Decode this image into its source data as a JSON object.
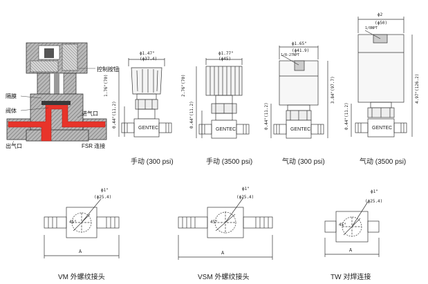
{
  "cutaway": {
    "labels": {
      "handle": "控制按钮",
      "diaphragm": "隔膜",
      "stem": "阀体",
      "inlet": "进气口",
      "outlet": "出气口",
      "body_model": "FSR 连接"
    },
    "colors": {
      "flow": "#e8342a",
      "body": "#8c8c8c"
    }
  },
  "valves": [
    {
      "caption": "手动 (300 psi)",
      "dim_top": "ϕ1.47\"",
      "dim_top2": "(ϕ37.4)",
      "dim_height": "1.76\"(70)",
      "dim_height2": "0.44\"(11.2)",
      "brand": "GENTEC"
    },
    {
      "caption": "手动 (3500 psi)",
      "dim_top": "ϕ1.77\"",
      "dim_top2": "(ϕ45)",
      "dim_height": "2.76\"(70)",
      "dim_height2": "0.44\"(11.2)",
      "brand": "GENTEC"
    },
    {
      "caption": "气动 (300 psi)",
      "dim_top": "ϕ1.65\"",
      "dim_top2": "(ϕ41.9)",
      "dim_port": "1/8-27NPT",
      "dim_height": "3.84\"(97.7)",
      "dim_height2": "0.44\"(11.2)",
      "brand": "GENTEC"
    },
    {
      "caption": "气动 (3500 psi)",
      "dim_top": "ϕ2",
      "dim_top2": "(ϕ50)",
      "dim_port": "1/8NPT",
      "dim_height": "4.97\"(126.2)",
      "dim_height2": "0.44\"(11.2)",
      "brand": "GENTEC"
    }
  ],
  "connections": [
    {
      "caption": "VM 外螺纹接头",
      "dim_dia": "ϕ1\"",
      "dim_dia2": "(ϕ25.4)",
      "angle": "45°",
      "dim_len": "A"
    },
    {
      "caption": "VSM 外螺纹接头",
      "dim_dia": "ϕ1\"",
      "dim_dia2": "(ϕ25.4)",
      "angle": "45°",
      "dim_len": "A"
    },
    {
      "caption": "TW 对焊连接",
      "dim_dia": "ϕ1\"",
      "dim_dia2": "(ϕ25.4)",
      "angle": "45°",
      "dim_len": "A"
    }
  ]
}
